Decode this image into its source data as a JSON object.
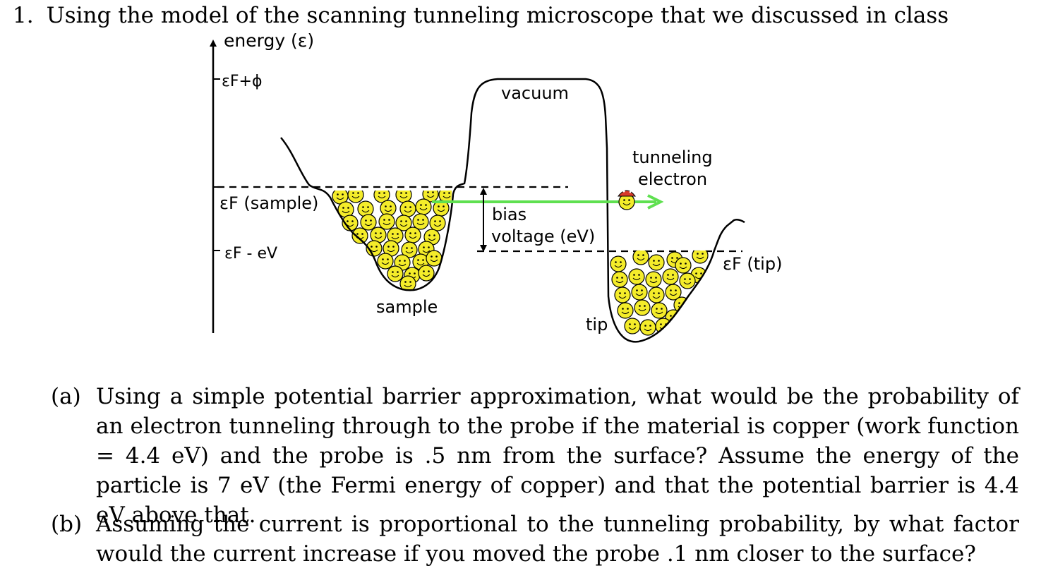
{
  "question": {
    "number": "1.",
    "text": "Using the model of the scanning tunneling microscope that we discussed in class"
  },
  "diagram": {
    "axis_label": "energy (ε)",
    "levels": {
      "ef_plus_phi": "εF+ϕ",
      "ef_sample": "εF (sample)",
      "ef_minus_ev": "εF - eV",
      "ef_tip": "εF (tip)"
    },
    "labels": {
      "vacuum": "vacuum",
      "tunneling_1": "tunneling",
      "tunneling_2": "electron",
      "bias_1": "bias",
      "bias_2": "voltage (eV)",
      "sample": "sample",
      "tip": "tip"
    },
    "colors": {
      "electron_fill": "#f4ec2a",
      "arrow": "#5fe050",
      "hat": "#d83a2a"
    }
  },
  "parts": [
    {
      "label": "(a)",
      "text": "Using a simple potential barrier approximation, what would be the probability of an electron tunneling through to the probe if the material is copper (work function = 4.4 eV) and the probe is .5 nm from the surface? Assume the energy of the particle is 7 eV (the Fermi energy of copper) and that the potential barrier is 4.4 eV above that."
    },
    {
      "label": "(b)",
      "text": "Assuming the current is proportional to the tunneling probability, by what factor would the current increase if you moved the probe .1 nm closer to the surface?"
    }
  ]
}
